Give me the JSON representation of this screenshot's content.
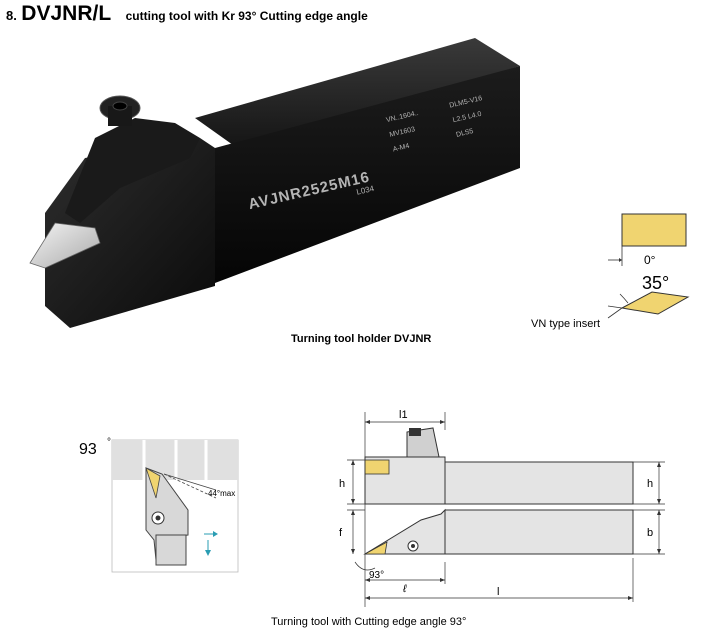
{
  "heading": {
    "number": "8.",
    "code": "DVJNR/L",
    "description": "cutting tool with Kr 93° Cutting edge angle"
  },
  "photo": {
    "caption": "Turning tool holder DVJNR",
    "engraving": {
      "model": "AVJNR2525M16",
      "sub": "L034",
      "labels_left": [
        "VN..1604..",
        "MV1603",
        "A-M4"
      ],
      "labels_right": [
        "DLM5-V16",
        "L2.5 L4.0",
        "DLS5"
      ]
    }
  },
  "insert": {
    "angle_top": "0°",
    "angle_bottom": "35°",
    "caption": "VN type insert",
    "color": "#f0d470"
  },
  "diagram_left": {
    "angle": "93",
    "degree": "°",
    "annotation": "44°max"
  },
  "diagram_right": {
    "labels": {
      "l1": "l1",
      "h_left": "h",
      "h_right": "h",
      "f": "f",
      "b": "b",
      "angle": "93°",
      "ell": "ℓ",
      "l": "l"
    },
    "caption": "Turning tool with Cutting edge angle 93°"
  }
}
